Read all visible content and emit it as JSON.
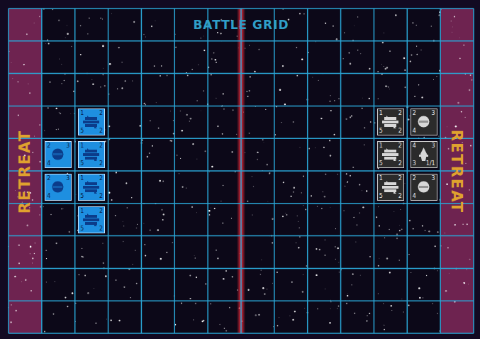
{
  "diagram": {
    "title": "BATTLE GRID",
    "nodes": [
      {
        "text": [
          "1",
          "2",
          "5",
          "2"
        ]
      },
      {
        "text": [
          "1",
          "2",
          "5",
          "2"
        ]
      },
      {
        "text": [
          "2",
          "3",
          "4"
        ]
      },
      {
        "text": [
          "2",
          "3",
          "4"
        ]
      },
      {
        "text": [
          "1",
          "2",
          "5",
          "2"
        ]
      },
      {
        "text": [
          "1",
          "2",
          "5",
          "2"
        ]
      },
      {
        "text": [
          "4",
          "3",
          "3",
          "1/1"
        ]
      },
      {
        "text": [
          "2",
          "3",
          "4"
        ]
      },
      {
        "text": [
          "1",
          "2",
          "5",
          "2"
        ]
      },
      {
        "text": [
          "1",
          "2",
          "5",
          "2"
        ]
      },
      {
        "text": [
          "2",
          "3",
          "4"
        ]
      },
      {
        "text": [
          "1",
          "2",
          "5",
          "2"
        ]
      }
    ],
    "labels": [
      "RETREAT",
      "RETREAT"
    ]
  }
}
